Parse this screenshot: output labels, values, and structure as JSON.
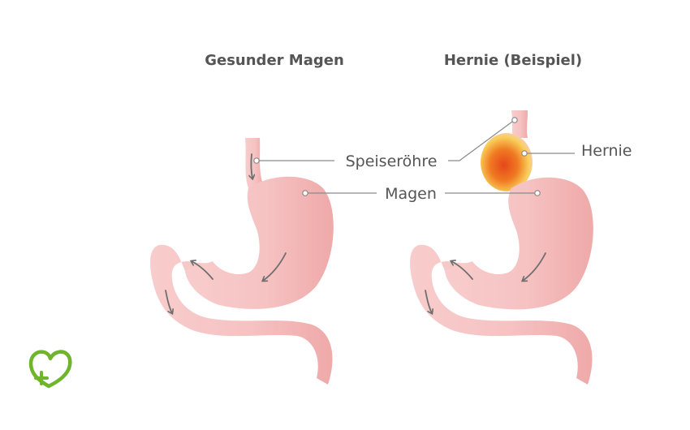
{
  "titles": {
    "healthy": "Gesunder Magen",
    "hernia": "Hernie (Beispiel)"
  },
  "labels": {
    "esophagus": "Speiseröhre",
    "stomach": "Magen",
    "hernia": "Hernie"
  },
  "colors": {
    "organ_fill": "#f6c2c2",
    "organ_shade": "#f1aeae",
    "hernia_core": "#e5571c",
    "hernia_glow": "#f9cf5a",
    "logo_green": "#6fb52c",
    "text": "#555555",
    "leader": "#8a8a8a"
  },
  "logo": {
    "icon": "heart-plus-icon"
  }
}
